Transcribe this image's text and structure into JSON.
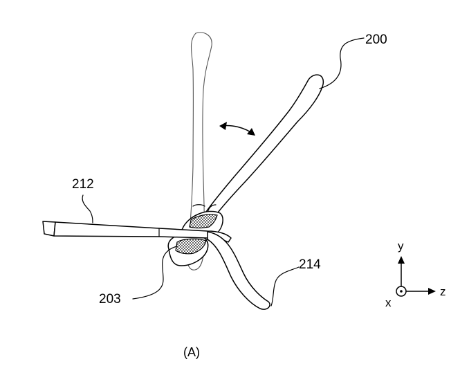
{
  "labels": {
    "ref_200": "200",
    "ref_212": "212",
    "ref_203": "203",
    "ref_214": "214"
  },
  "axes": {
    "y": "y",
    "z": "z",
    "x": "x"
  },
  "caption": "(A)"
}
